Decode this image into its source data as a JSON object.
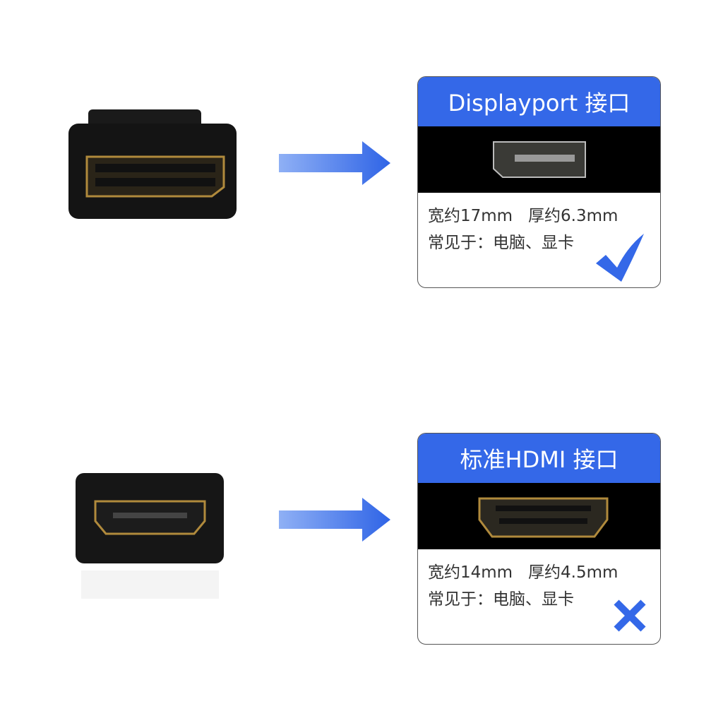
{
  "colors": {
    "accent": "#3468e8",
    "gold": "#b08a3c"
  },
  "cards": [
    {
      "title": "Displayport 接口",
      "width": "宽约17mm",
      "thickness": "厚约6.3mm",
      "usage": "常见于：电脑、显卡",
      "mark": "check-icon"
    },
    {
      "title": "标准HDMI 接口",
      "width": "宽约14mm",
      "thickness": "厚约4.5mm",
      "usage": "常见于：电脑、显卡",
      "mark": "cross-icon"
    }
  ]
}
